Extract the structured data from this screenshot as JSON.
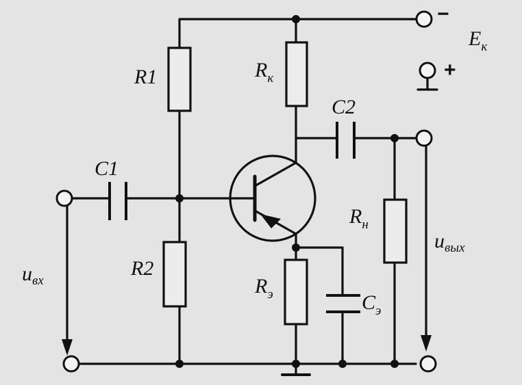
{
  "labels": {
    "r1": "R1",
    "r2": "R2",
    "rk": {
      "main": "R",
      "sub": "к"
    },
    "re": {
      "main": "R",
      "sub": "э"
    },
    "rn": {
      "main": "R",
      "sub": "н"
    },
    "c1": "C1",
    "c2": "C2",
    "ce": {
      "main": "C",
      "sub": "э"
    },
    "ek": {
      "main": "E",
      "sub": "к"
    },
    "u_in": {
      "main": "u",
      "sub": "вх"
    },
    "u_out": {
      "main": "u",
      "sub": "вых"
    },
    "minus": "−",
    "plus": "+"
  }
}
